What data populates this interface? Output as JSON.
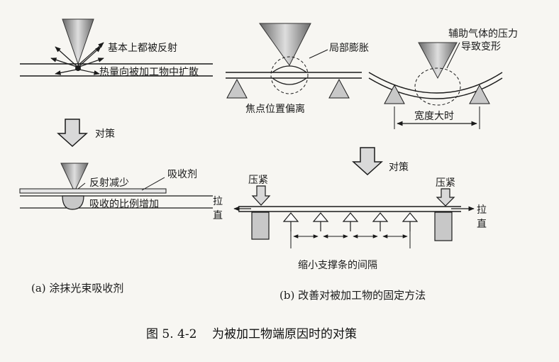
{
  "colors": {
    "ink": "#1a1a1a",
    "paper": "#f7f6f2",
    "fill_gray": "#c8c8c8",
    "arrow_gray": "#d9d9d9"
  },
  "panel_a": {
    "top": {
      "label_reflect": "基本上都被反射",
      "label_heat": "热量向被加工物中扩散"
    },
    "countermeasure_label": "对策",
    "bottom": {
      "label_reflect_less": "反射减少",
      "label_absorbent": "吸收剂",
      "label_absorb_up": "吸收的比例增加"
    },
    "caption": "(a) 涂抹光束吸收剂"
  },
  "panel_b": {
    "top_left": {
      "label_bulge": "局部膨胀",
      "label_focus": "焦点位置偏离"
    },
    "top_right": {
      "label_gas": "辅助气体的压力",
      "label_gas2": "导致变形",
      "label_width": "宽度大时"
    },
    "countermeasure_label": "对策",
    "bottom": {
      "label_press_left": "压紧",
      "label_press_right": "压紧",
      "label_pull_left_1": "拉",
      "label_pull_left_2": "直",
      "label_pull_right_1": "拉",
      "label_pull_right_2": "直",
      "label_spacing": "缩小支撑条的间隔"
    },
    "caption": "(b) 改善对被加工物的固定方法"
  },
  "figure_caption": "图 5. 4-2    为被加工物端原因时的对策"
}
